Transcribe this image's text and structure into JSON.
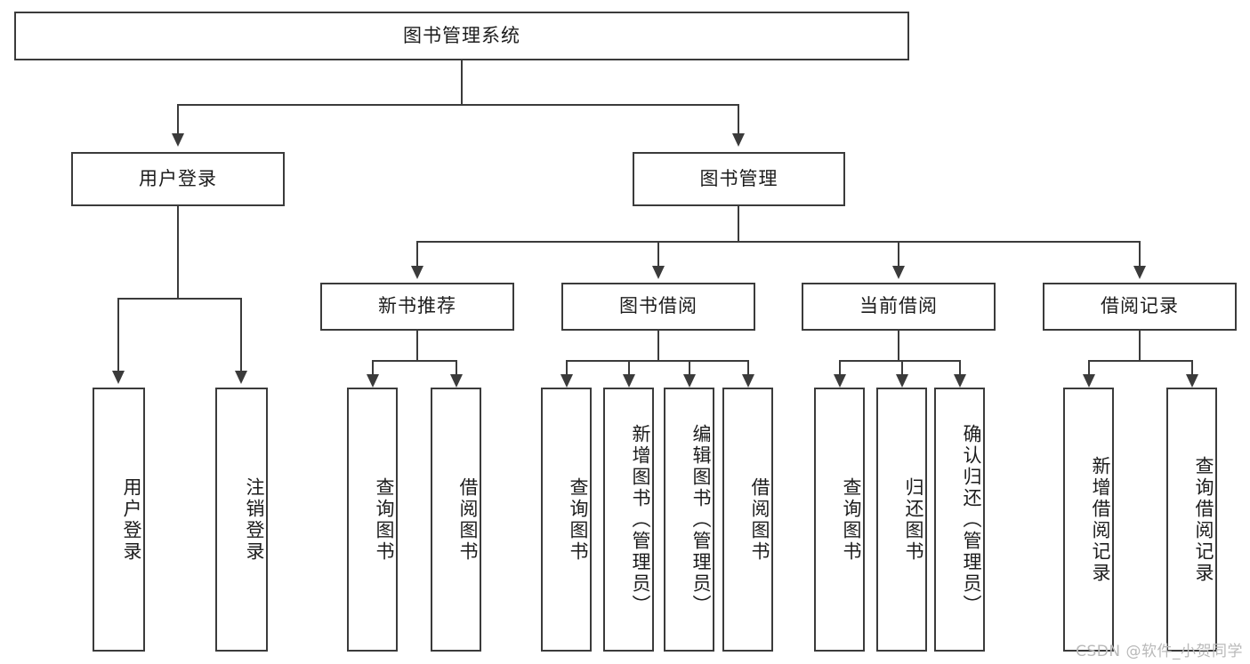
{
  "diagram": {
    "title": "图书管理系统",
    "type": "tree-hierarchy-diagram",
    "colors": {
      "stroke": "#3b3b3b",
      "fill": "#ffffff",
      "text": "#1c1c1c",
      "watermark": "#b9b9b9"
    },
    "root": {
      "label": "图书管理系统"
    },
    "level2": [
      {
        "label": "用户登录"
      },
      {
        "label": "图书管理"
      }
    ],
    "level3": [
      {
        "label": "新书推荐"
      },
      {
        "label": "图书借阅"
      },
      {
        "label": "当前借阅"
      },
      {
        "label": "借阅记录"
      }
    ],
    "leaves": {
      "user_login": [
        {
          "label": "用户登录"
        },
        {
          "label": "注销登录"
        }
      ],
      "new_book_recommend": [
        {
          "label": "查询图书"
        },
        {
          "label": "借阅图书"
        }
      ],
      "book_borrow": [
        {
          "label": "查询图书"
        },
        {
          "label": "新增图书（管理员）"
        },
        {
          "label": "编辑图书（管理员）"
        },
        {
          "label": "借阅图书"
        }
      ],
      "current_borrow": [
        {
          "label": "查询图书"
        },
        {
          "label": "归还图书"
        },
        {
          "label": "确认归还（管理员）"
        }
      ],
      "borrow_record": [
        {
          "label": "新增借阅记录"
        },
        {
          "label": "查询借阅记录"
        }
      ]
    }
  },
  "watermark": {
    "text": "CSDN @软件_小贺同学"
  }
}
